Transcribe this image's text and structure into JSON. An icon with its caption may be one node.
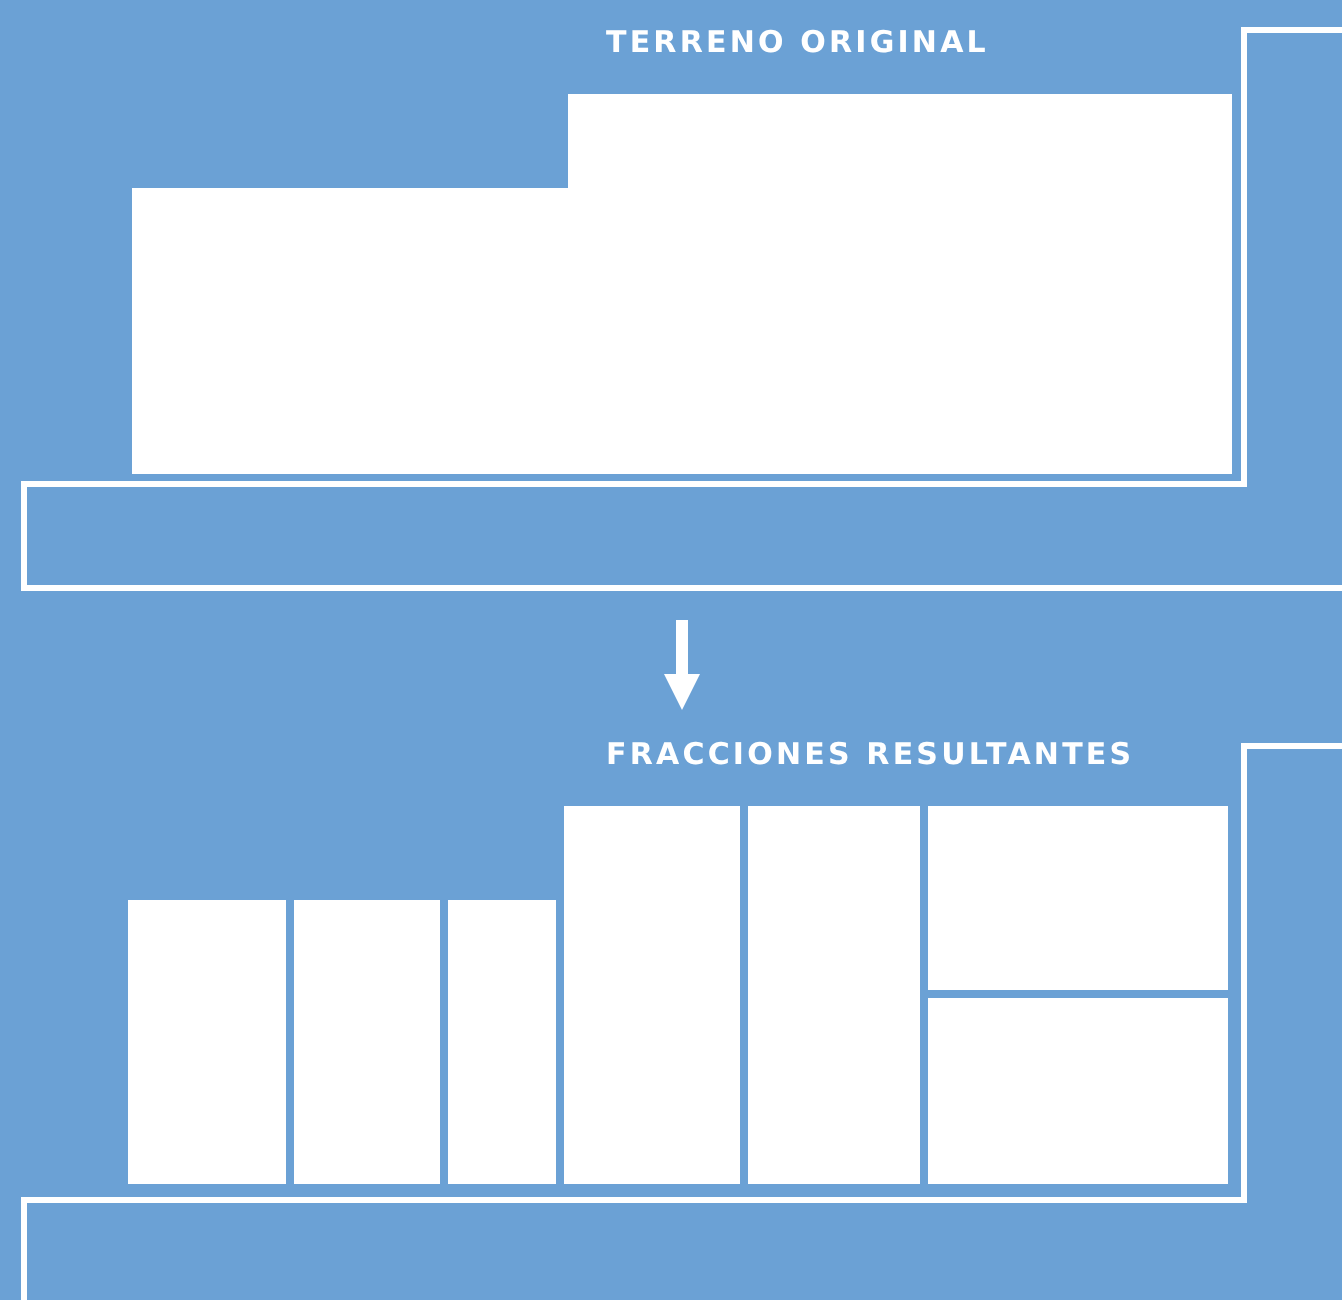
{
  "diagram": {
    "nodes": [
      {
        "text": [
          "TERRENO ORIGINAL"
        ]
      },
      {
        "text": [],
        "shape": "box",
        "in": 0
      },
      {
        "text": [
          "FRACCIONES RESULTANTES"
        ]
      },
      {
        "text": [],
        "shape": "box",
        "in": 2
      },
      {
        "text": [],
        "shape": "box",
        "in": 2
      },
      {
        "text": [],
        "shape": "box",
        "in": 2
      },
      {
        "text": [],
        "shape": "box",
        "in": 2
      },
      {
        "text": [],
        "shape": "box",
        "in": 2
      },
      {
        "text": [],
        "shape": "box",
        "in": 2
      },
      {
        "text": [],
        "shape": "box",
        "in": 2
      }
    ],
    "edges": [
      {
        "from": 0,
        "to": 2,
        "arrow": "to"
      }
    ]
  }
}
